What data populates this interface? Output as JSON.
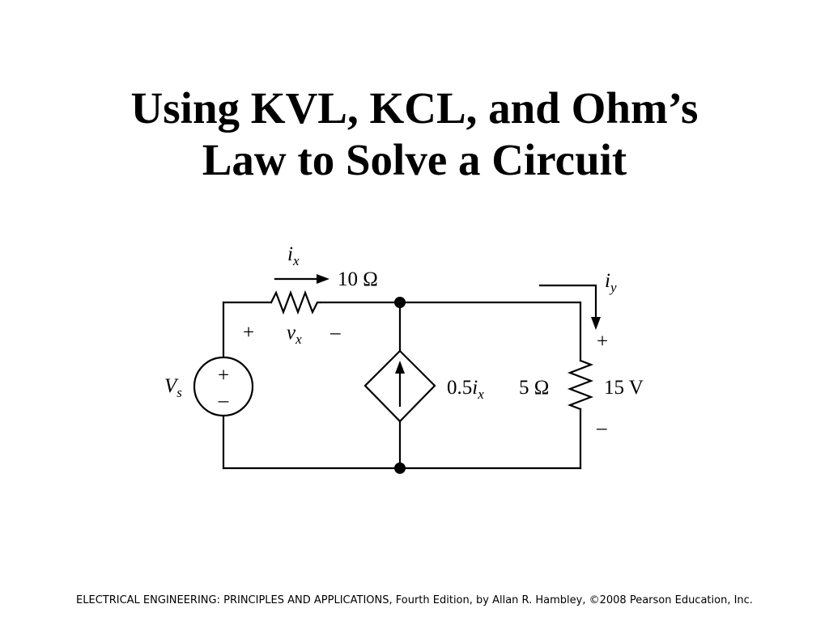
{
  "slide": {
    "title_line1": "Using KVL, KCL, and Ohm’s",
    "title_line2": "Law to Solve a Circuit",
    "footer": "ELECTRICAL ENGINEERING: PRINCIPLES AND APPLICATIONS, Fourth Edition, by Allan R. Hambley, ©2008 Pearson Education, Inc."
  },
  "circuit": {
    "source": {
      "label": "V",
      "label_sub": "s",
      "plus": "+",
      "minus": "–"
    },
    "series_resistor": {
      "value": "10 Ω",
      "current_label": "i",
      "current_sub": "x",
      "voltage_label": "v",
      "voltage_sub": "x",
      "plus": "+",
      "minus": "–"
    },
    "dependent_source": {
      "coefficient": "0.5",
      "controlling_var": "i",
      "controlling_sub": "x"
    },
    "load_resistor": {
      "value": "5 Ω",
      "voltage": "15 V",
      "plus": "+",
      "minus": "–",
      "current_label": "i",
      "current_sub": "y"
    }
  }
}
